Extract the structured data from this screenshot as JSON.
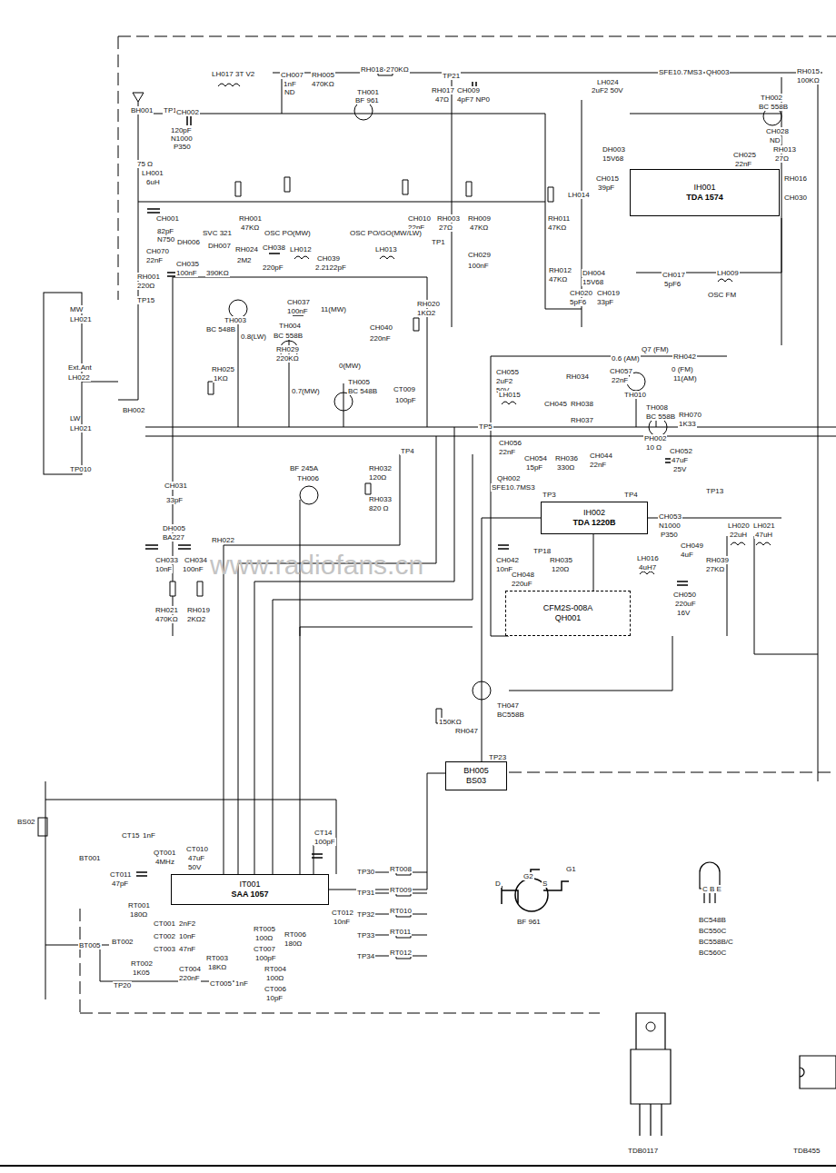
{
  "diagram": {
    "nodes": [
      {
        "text": [
          "IH001",
          "TDA 1574"
        ]
      },
      {
        "text": [
          "IH002",
          "TDA 1220B"
        ]
      },
      {
        "text": [
          "IT001",
          "SAA 1057"
        ]
      },
      {
        "text": [
          "CFM2S-008A",
          "QH001"
        ]
      },
      {
        "text": [
          "BH005",
          "BS03"
        ]
      }
    ],
    "edges": [
      {
        "from": 1,
        "to": 4,
        "arrow": "none"
      },
      {
        "from": 2,
        "to": 4,
        "arrow": "none"
      }
    ],
    "labels": [
      "TP21",
      "RH018",
      "270KΩ",
      "BH001",
      "TP10",
      "75 Ω",
      "LH001",
      "6uH",
      "CH002",
      "120pF",
      "N1000",
      "P350",
      "LH017",
      "3T V2",
      "CH007",
      "1nF",
      "ND",
      "RH005",
      "470KΩ",
      "TH001",
      "BF 961",
      "RH017",
      "47Ω",
      "CH009",
      "4pF7 NP0",
      "LH024",
      "2uF2 50V",
      "SFE10.7MS3",
      "QH003",
      "RH015",
      "100KΩ",
      "TH002",
      "BC 558B",
      "CH001",
      "82pF",
      "N750",
      "RH001",
      "47KΩ",
      "CH010",
      "22nF",
      "RH003",
      "27Ω",
      "RH009",
      "47KΩ",
      "RH011",
      "47KΩ",
      "TP1",
      "CH029",
      "100nF",
      "CH070",
      "22nF",
      "DH006",
      "SVC 321",
      "CH035",
      "100nF",
      "DH007",
      "390KΩ",
      "RH024",
      "2M2",
      "CH038",
      "220pF",
      "OSC PO(MW)",
      "OSC PO/GO(MW/LW)",
      "LH012",
      "LH013",
      "CH039",
      "2.2122pF",
      "CH037",
      "100nF",
      "RH020",
      "1KΩ2",
      "CH040",
      "220nF",
      "TH003",
      "BC 548B",
      "0.8(LW)",
      "TH004",
      "BC 558B",
      "11(MW)",
      "0(MW)",
      "RH025",
      "1KΩ",
      "RH029",
      "220KΩ",
      "TH005",
      "BC 548B",
      "0.7(MW)",
      "CH031",
      "33pF",
      "DH005",
      "BA227",
      "CH033",
      "10nF",
      "CH034",
      "100nF",
      "RH022",
      "RH021",
      "470KΩ",
      "RH019",
      "2KΩ2",
      "TH006",
      "BF 245A",
      "RH032",
      "120Ω",
      "RH033",
      "820 Ω",
      "CT009",
      "100pF",
      "TP4",
      "RH001",
      "220Ω",
      "TP15",
      "MW",
      "LH021",
      "Ext.Ant",
      "LH022",
      "LW",
      "LH021",
      "TP010",
      "BH002",
      "Q7 (FM)",
      "0.6 (AM)",
      "RH042",
      "CH055",
      "2uF2",
      "50V",
      "CH057",
      "22nF",
      "RH034",
      "TH010",
      "0 (FM)",
      "11(AM)",
      "LH015",
      "TP5",
      "CH056",
      "22nF",
      "CH045",
      "RH038",
      "RH037",
      "TH008",
      "BC 558B",
      "RH070",
      "1K33",
      "CH054",
      "15pF",
      "RH036",
      "330Ω",
      "CH044",
      "22nF",
      "PH002",
      "10 Ω",
      "CH052",
      "47uF",
      "25V",
      "QH002",
      "SFE10.7MS3",
      "TP3",
      "TP4",
      "TP13",
      "CH053",
      "N1000",
      "P350",
      "CH049",
      "4uF",
      "LH020",
      "22uH",
      "LH021",
      "47uH",
      "CH042",
      "10nF",
      "TP18",
      "CH048",
      "220uF",
      "RH035",
      "120Ω",
      "LH016",
      "4uH7",
      "RH039",
      "27KΩ",
      "CH050",
      "220uF",
      "16V",
      "TH047",
      "BC558B",
      "RH047",
      "150KΩ",
      "TP23",
      "LH014",
      "CH015",
      "39pF",
      "DH003",
      "15V68",
      "CH028",
      "ND",
      "CH025",
      "22nF",
      "RH013",
      "27Ω",
      "RH016",
      "CH030",
      "LH009",
      "OSC FM",
      "CH017",
      "5pF6",
      "DH004",
      "15V68",
      "CH020",
      "5pF6",
      "CH019",
      "33pF",
      "RH012",
      "47KΩ",
      "BS02",
      "BT001",
      "BT005",
      "BT002",
      "CT15",
      "1nF",
      "QT001",
      "4MHz",
      "CT010",
      "47uF",
      "50V",
      "CT011",
      "47pF",
      "RT001",
      "180Ω",
      "CT001",
      "2nF2",
      "CT002",
      "10nF",
      "CT003",
      "47nF",
      "CT004",
      "220nF",
      "RT003",
      "18KΩ",
      "RT002",
      "1K05",
      "TP20",
      "CT005",
      "1nF",
      "RT005",
      "100Ω",
      "CT007",
      "100pF",
      "RT006",
      "180Ω",
      "RT004",
      "100Ω",
      "CT006",
      "10pF",
      "CT14",
      "100pF",
      "CT012",
      "10nF",
      "TP30",
      "TP31",
      "TP32",
      "TP33",
      "TP34",
      "RT008",
      "RT009",
      "RT010",
      "RT011",
      "RT012",
      "BF 961",
      "D",
      "G2",
      "S",
      "G1",
      "BC548B",
      "BC550C",
      "BC558B/C",
      "BC560C",
      "C B E",
      "TDB0117",
      "TDB455",
      "www.radiofans.cn"
    ]
  }
}
